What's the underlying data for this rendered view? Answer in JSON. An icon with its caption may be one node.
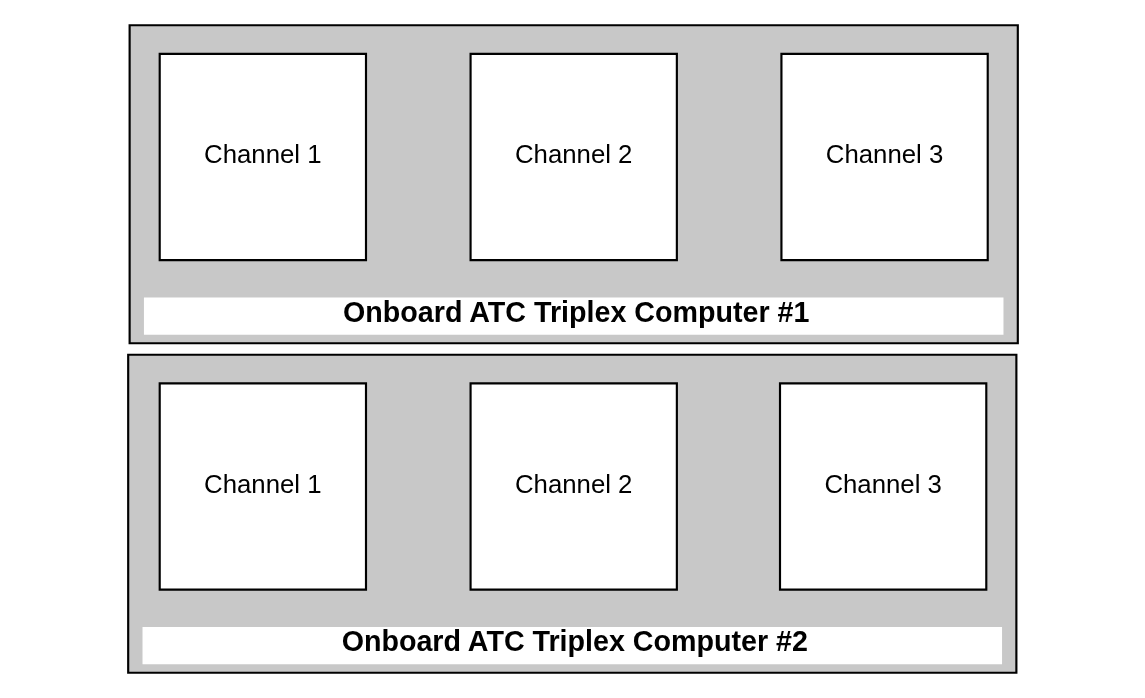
{
  "diagram": {
    "nodes": [
      {
        "text": [
          "Onboard ATC Triplex Computer #1"
        ]
      },
      {
        "text": [
          "Channel 1"
        ],
        "in": 0
      },
      {
        "text": [
          "Channel 2"
        ],
        "in": 0
      },
      {
        "text": [
          "Channel 3"
        ],
        "in": 0
      },
      {
        "text": [
          "Onboard ATC Triplex Computer #2"
        ]
      },
      {
        "text": [
          "Channel 1"
        ],
        "in": 4
      },
      {
        "text": [
          "Channel 2"
        ],
        "in": 4
      },
      {
        "text": [
          "Channel 3"
        ],
        "in": 4
      }
    ],
    "edges": []
  }
}
